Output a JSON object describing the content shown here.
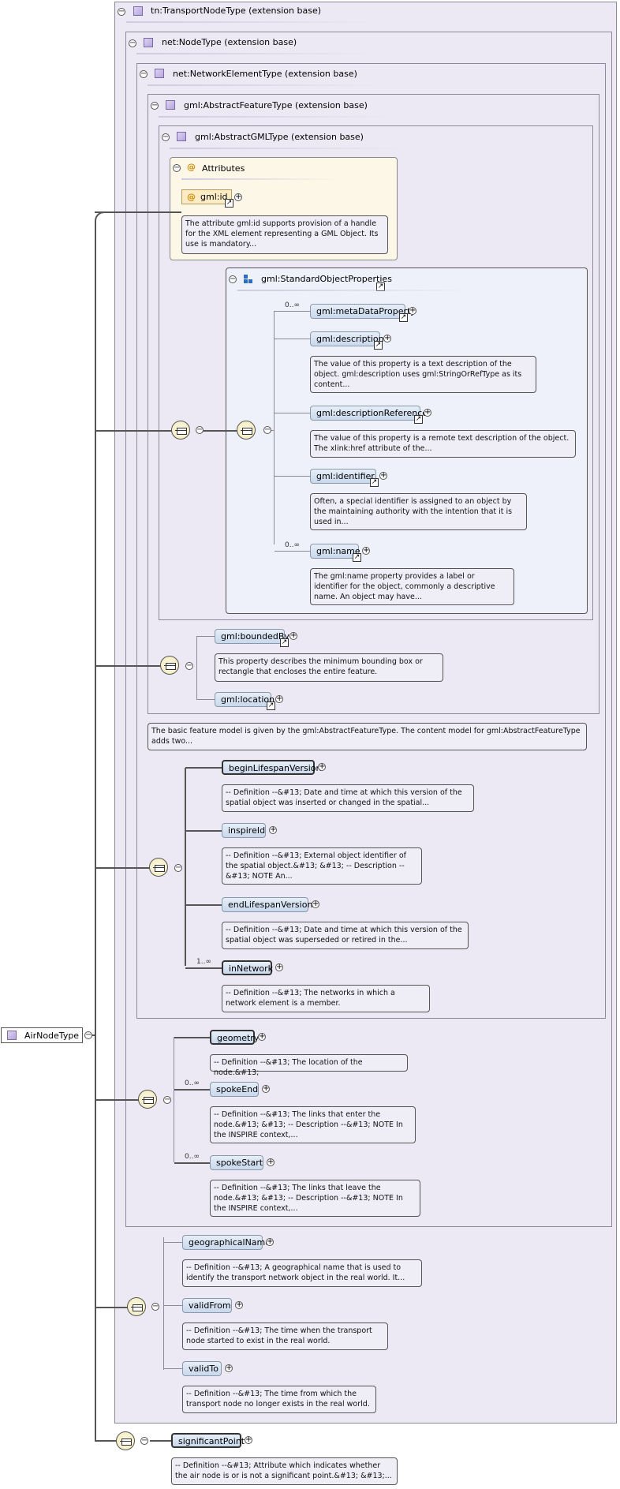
{
  "root": {
    "label": "AirNodeType"
  },
  "extensions": {
    "transport_node": "tn:TransportNodeType (extension base)",
    "node": "net:NodeType (extension base)",
    "network_element": "net:NetworkElementType (extension base)",
    "abstract_feature": "gml:AbstractFeatureType (extension base)",
    "abstract_gml": "gml:AbstractGMLType (extension base)"
  },
  "attributes": {
    "title": "Attributes",
    "gml_id": "gml:id",
    "gml_id_doc": "The attribute gml:id supports provision of a handle for the XML element representing a GML Object. Its use is mandatory..."
  },
  "standard_object_properties": {
    "title": "gml:StandardObjectProperties",
    "items": [
      {
        "label": "gml:metaDataProperty",
        "card": "0..∞",
        "doc": ""
      },
      {
        "label": "gml:description",
        "card": "",
        "doc": "The value of this property is a text description of the object. gml:description uses gml:StringOrRefType as its content..."
      },
      {
        "label": "gml:descriptionReference",
        "card": "",
        "doc": "The value of this property is a remote text description of the object. The xlink:href attribute of the..."
      },
      {
        "label": "gml:identifier",
        "card": "",
        "doc": "Often, a special identifier is assigned to an object by the maintaining authority with the intention that it is used in..."
      },
      {
        "label": "gml:name",
        "card": "0..∞",
        "doc": "The gml:name property provides a label or identifier for the object, commonly a descriptive name. An object may have..."
      }
    ]
  },
  "feature_seq": {
    "bounded_by": "gml:boundedBy",
    "bounded_by_doc": "This property describes the minimum bounding box or rectangle that encloses the entire feature.",
    "location": "gml:location"
  },
  "abstract_feature_doc": "The basic feature model is given by the gml:AbstractFeatureType. The content model for gml:AbstractFeatureType adds two...",
  "network_element_seq": [
    {
      "label": "beginLifespanVersion",
      "card": "",
      "doc": "-- Definition --&#13; Date and time at which this version of the spatial object was inserted or changed in the spatial..."
    },
    {
      "label": "inspireId",
      "card": "",
      "doc": "-- Definition --&#13; External object identifier of the spatial object.&#13; &#13; -- Description --&#13; NOTE An..."
    },
    {
      "label": "endLifespanVersion",
      "card": "",
      "doc": "-- Definition --&#13; Date and time at which this version of the spatial object was superseded or retired in the..."
    },
    {
      "label": "inNetwork",
      "card": "1..∞",
      "doc": "-- Definition --&#13; The networks in which a network element is a member."
    }
  ],
  "node_seq": [
    {
      "label": "geometry",
      "card": "",
      "doc": "-- Definition --&#13; The location of the node.&#13;"
    },
    {
      "label": "spokeEnd",
      "card": "0..∞",
      "doc": "-- Definition --&#13; The links that enter the node.&#13; &#13; -- Description --&#13; NOTE In the INSPIRE context,..."
    },
    {
      "label": "spokeStart",
      "card": "0..∞",
      "doc": "-- Definition --&#13; The links that leave the node.&#13; &#13; -- Description --&#13; NOTE In the INSPIRE context,..."
    }
  ],
  "transport_node_seq": [
    {
      "label": "geographicalName",
      "card": "",
      "doc": "-- Definition --&#13; A geographical name that is used to identify the transport network object in the real world. It..."
    },
    {
      "label": "validFrom",
      "card": "",
      "doc": "-- Definition --&#13; The time when the transport node started to exist in the real world."
    },
    {
      "label": "validTo",
      "card": "",
      "doc": "-- Definition --&#13; The time from which the transport node no longer exists in the real world."
    }
  ],
  "air_node_seq": [
    {
      "label": "significantPoint",
      "card": "",
      "doc": "-- Definition --&#13; Attribute which indicates whether the air node is or is not a significant point.&#13; &#13;..."
    }
  ],
  "icons": {
    "toggle": "minus-toggle-icon",
    "expand": "plus-expand-icon",
    "link": "link-arrow-icon",
    "sequence": "sequence-compositor-icon"
  }
}
